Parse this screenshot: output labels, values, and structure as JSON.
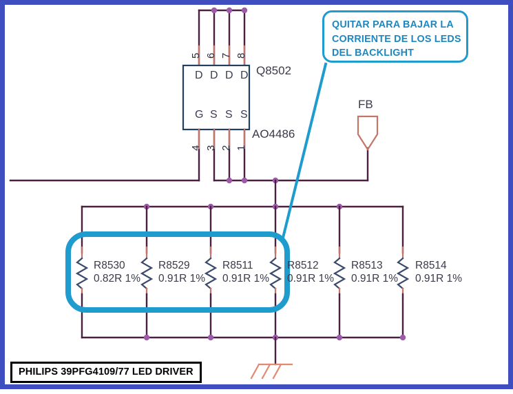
{
  "page": {
    "border_color": "#3f4fc0",
    "background": "#ffffff"
  },
  "caption": {
    "text": "PHILIPS 39PFG4109/77 LED DRIVER"
  },
  "callout": {
    "line1": "QUITAR PARA BAJAR LA",
    "line2": "CORRIENTE DE LOS LEDS",
    "line3": "DEL BACKLIGHT",
    "color": "#1f87bf",
    "border_color": "#1f9bce"
  },
  "highlight": {
    "color": "#1f9bce",
    "encloses": "R8530, R8529, R8511"
  },
  "transistor": {
    "refdes": "Q8502",
    "part_number": "AO4486",
    "top_pins": [
      {
        "number": "5",
        "function": "D"
      },
      {
        "number": "6",
        "function": "D"
      },
      {
        "number": "7",
        "function": "D"
      },
      {
        "number": "8",
        "function": "D"
      }
    ],
    "bottom_pins": [
      {
        "number": "4",
        "function": "G"
      },
      {
        "number": "3",
        "function": "S"
      },
      {
        "number": "2",
        "function": "S"
      },
      {
        "number": "1",
        "function": "S"
      }
    ]
  },
  "connector": {
    "label": "FB"
  },
  "ground": {
    "label": ""
  },
  "resistors": [
    {
      "name": "R8530",
      "value": "0.82R 1%"
    },
    {
      "name": "R8529",
      "value": "0.91R 1%"
    },
    {
      "name": "R8511",
      "value": "0.91R 1%"
    },
    {
      "name": "R8512",
      "value": "0.91R 1%"
    },
    {
      "name": "R8513",
      "value": "0.91R 1%"
    },
    {
      "name": "R8514",
      "value": "0.91R 1%"
    }
  ],
  "colors": {
    "wire": "#4a2040",
    "junction": "#9c5aa8",
    "lead": "#c4756a",
    "resistor_body": "#3b4a6b",
    "cyan": "#1f9bce"
  }
}
